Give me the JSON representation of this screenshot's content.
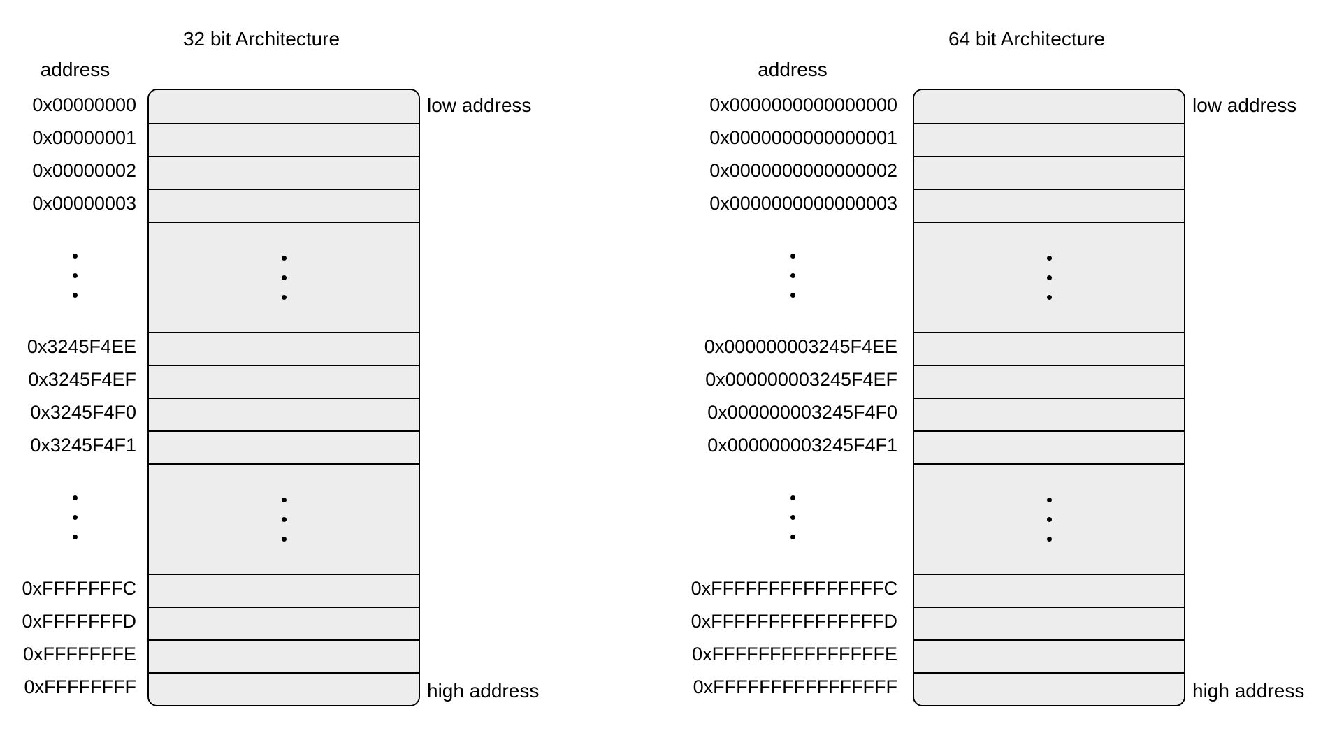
{
  "background": "#ffffff",
  "cell_fill": "#ededed",
  "line_color": "#000000",
  "text_color": "#000000",
  "diagrams": [
    {
      "title": "32 bit Architecture",
      "address_header": "address",
      "low_address_label": "low address",
      "high_address_label": "high address",
      "rows": [
        {
          "type": "cell",
          "address": "0x00000000"
        },
        {
          "type": "cell",
          "address": "0x00000001"
        },
        {
          "type": "cell",
          "address": "0x00000002"
        },
        {
          "type": "cell",
          "address": "0x00000003"
        },
        {
          "type": "ellipsis"
        },
        {
          "type": "cell",
          "address": "0x3245F4EE"
        },
        {
          "type": "cell",
          "address": "0x3245F4EF"
        },
        {
          "type": "cell",
          "address": "0x3245F4F0"
        },
        {
          "type": "cell",
          "address": "0x3245F4F1"
        },
        {
          "type": "ellipsis"
        },
        {
          "type": "cell",
          "address": "0xFFFFFFFC"
        },
        {
          "type": "cell",
          "address": "0xFFFFFFFD"
        },
        {
          "type": "cell",
          "address": "0xFFFFFFFE"
        },
        {
          "type": "cell",
          "address": "0xFFFFFFFF"
        }
      ]
    },
    {
      "title": "64 bit Architecture",
      "address_header": "address",
      "low_address_label": "low address",
      "high_address_label": "high address",
      "rows": [
        {
          "type": "cell",
          "address": "0x0000000000000000"
        },
        {
          "type": "cell",
          "address": "0x0000000000000001"
        },
        {
          "type": "cell",
          "address": "0x0000000000000002"
        },
        {
          "type": "cell",
          "address": "0x0000000000000003"
        },
        {
          "type": "ellipsis"
        },
        {
          "type": "cell",
          "address": "0x000000003245F4EE"
        },
        {
          "type": "cell",
          "address": "0x000000003245F4EF"
        },
        {
          "type": "cell",
          "address": "0x000000003245F4F0"
        },
        {
          "type": "cell",
          "address": "0x000000003245F4F1"
        },
        {
          "type": "ellipsis"
        },
        {
          "type": "cell",
          "address": "0xFFFFFFFFFFFFFFFC"
        },
        {
          "type": "cell",
          "address": "0xFFFFFFFFFFFFFFFD"
        },
        {
          "type": "cell",
          "address": "0xFFFFFFFFFFFFFFFE"
        },
        {
          "type": "cell",
          "address": "0xFFFFFFFFFFFFFFFF"
        }
      ]
    }
  ]
}
